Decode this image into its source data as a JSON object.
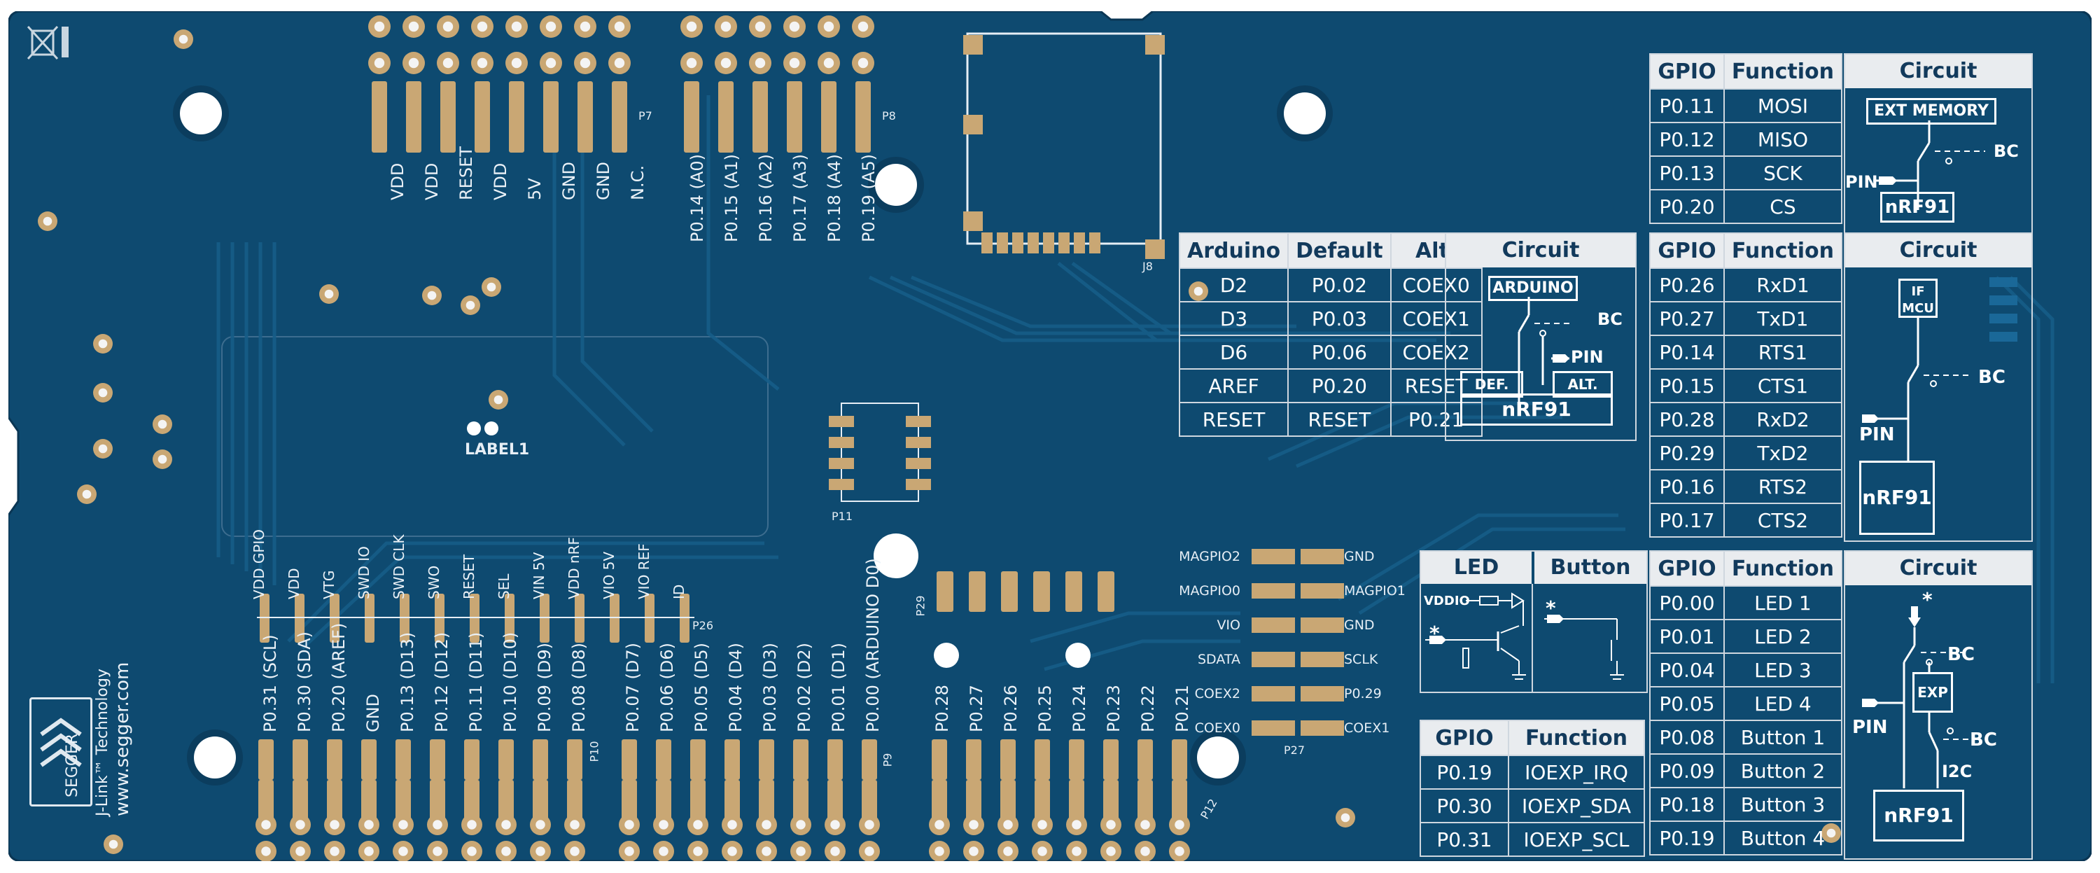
{
  "colors": {
    "board": "#0e4a70",
    "board_dark": "#0b3d5e",
    "pad": "#c9a774",
    "silk": "#eef3f7",
    "table_header": "#e9ecef",
    "table_header_text": "#123a5c"
  },
  "headers": {
    "p7": {
      "designator": "P7",
      "labels": [
        "VDD",
        "VDD",
        "RESET",
        "VDD",
        "5V",
        "GND",
        "GND",
        "N.C."
      ]
    },
    "p8": {
      "designator": "P8",
      "labels": [
        "P0.14 (A0)",
        "P0.15 (A1)",
        "P0.16 (A2)",
        "P0.17 (A3)",
        "P0.18 (A4)",
        "P0.19 (A5)"
      ]
    },
    "j8": {
      "designator": "J8"
    },
    "p11": {
      "designator": "P11"
    },
    "p26": {
      "designator": "P26",
      "labels": [
        "VDD GPIO",
        "VDD",
        "VTG",
        "SWD IO",
        "SWD CLK",
        "SWO",
        "RESET",
        "SEL",
        "VIN 5V",
        "VDD nRF",
        "VIO 5V",
        "VIO REF",
        "ID"
      ]
    },
    "p29": {
      "designator": "P29"
    },
    "p10": {
      "designator": "P10",
      "labels": [
        "P0.31 (SCL)",
        "P0.30 (SDA)",
        "P0.20 (AREF)",
        "GND",
        "P0.13 (D13)",
        "P0.12 (D12)",
        "P0.11 (D11)",
        "P0.10 (D10)",
        "P0.09 (D9)",
        "P0.08 (D8)"
      ]
    },
    "p9": {
      "designator": "P9",
      "labels": [
        "P0.07 (D7)",
        "P0.06 (D6)",
        "P0.05 (D5)",
        "P0.04 (D4)",
        "P0.03 (D3)",
        "P0.02 (D2)",
        "P0.01 (D1)",
        "P0.00 (ARDUINO D0)"
      ]
    },
    "p12": {
      "designator": "P12",
      "labels": [
        "P0.28",
        "P0.27",
        "P0.26",
        "P0.25",
        "P0.24",
        "P0.23",
        "P0.22",
        "P0.21"
      ]
    },
    "p27": {
      "designator": "P27",
      "left": [
        "MAGPIO2",
        "MAGPIO0",
        "VIO",
        "SDATA",
        "COEX2",
        "COEX0"
      ],
      "right": [
        "GND",
        "MAGPIO1",
        "GND",
        "SCLK",
        "P0.29",
        "COEX1"
      ]
    }
  },
  "silk": {
    "label1": "LABEL1",
    "brand": "SEGGER",
    "jlink": "J-Link™ Technology",
    "url": "www.segger.com"
  },
  "tables": {
    "spi": {
      "headers": [
        "GPIO",
        "Function",
        "Circuit"
      ],
      "rows": [
        [
          "P0.11",
          "MOSI"
        ],
        [
          "P0.12",
          "MISO"
        ],
        [
          "P0.13",
          "SCK"
        ],
        [
          "P0.20",
          "CS"
        ]
      ],
      "circuit": {
        "top": "EXT MEMORY",
        "pin": "PIN",
        "bc": "BC",
        "chip": "nRF91"
      }
    },
    "arduino": {
      "headers": [
        "Arduino",
        "Default",
        "Alt.",
        "Circuit"
      ],
      "rows": [
        [
          "D2",
          "P0.02",
          "COEX0"
        ],
        [
          "D3",
          "P0.03",
          "COEX1"
        ],
        [
          "D6",
          "P0.06",
          "COEX2"
        ],
        [
          "AREF",
          "P0.20",
          "RESET"
        ],
        [
          "RESET",
          "RESET",
          "P0.21"
        ]
      ],
      "circuit": {
        "top": "ARDUINO",
        "bc": "BC",
        "pin": "PIN",
        "def": "DEF.",
        "alt": "ALT.",
        "chip": "nRF91"
      }
    },
    "uart": {
      "headers": [
        "GPIO",
        "Function",
        "Circuit"
      ],
      "rows": [
        [
          "P0.26",
          "RxD1"
        ],
        [
          "P0.27",
          "TxD1"
        ],
        [
          "P0.14",
          "RTS1"
        ],
        [
          "P0.15",
          "CTS1"
        ],
        [
          "P0.28",
          "RxD2"
        ],
        [
          "P0.29",
          "TxD2"
        ],
        [
          "P0.16",
          "RTS2"
        ],
        [
          "P0.17",
          "CTS2"
        ]
      ],
      "circuit": {
        "top": "IF MCU",
        "bc": "BC",
        "pin": "PIN",
        "chip": "nRF91"
      }
    },
    "ledbutton": {
      "headers": [
        "LED",
        "Button"
      ],
      "vddio": "VDDIO",
      "star": "*"
    },
    "leds": {
      "headers": [
        "GPIO",
        "Function",
        "Circuit"
      ],
      "rows": [
        [
          "P0.00",
          "LED 1"
        ],
        [
          "P0.01",
          "LED 2"
        ],
        [
          "P0.04",
          "LED 3"
        ],
        [
          "P0.05",
          "LED 4"
        ],
        [
          "P0.08",
          "Button 1"
        ],
        [
          "P0.09",
          "Button 2"
        ],
        [
          "P0.18",
          "Button 3"
        ],
        [
          "P0.19",
          "Button 4"
        ]
      ],
      "circuit": {
        "star": "*",
        "bc1": "BC",
        "pin": "PIN",
        "exp": "EXP",
        "bc2": "BC",
        "i2c": "I2C",
        "chip": "nRF91"
      }
    },
    "ioexp": {
      "headers": [
        "GPIO",
        "Function"
      ],
      "rows": [
        [
          "P0.19",
          "IOEXP_IRQ"
        ],
        [
          "P0.30",
          "IOEXP_SDA"
        ],
        [
          "P0.31",
          "IOEXP_SCL"
        ]
      ]
    }
  }
}
